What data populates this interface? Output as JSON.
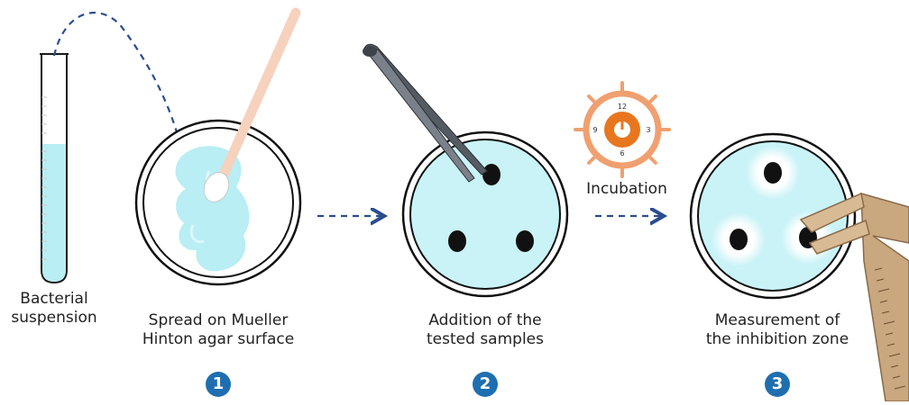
{
  "labels": {
    "bacterial_line1": "Bacterial",
    "bacterial_line2": "suspension",
    "spread_line1": "Spread on Mueller",
    "spread_line2": "Hinton agar surface",
    "addition_line1": "Addition of the",
    "addition_line2": "tested samples",
    "incubation": "Incubation",
    "measurement_line1": "Measurement of",
    "measurement_line2": "the inhibition zone"
  },
  "steps": [
    "1",
    "2",
    "3"
  ],
  "incubator_dial": {
    "top": "12",
    "left": "9",
    "right": "3",
    "bottom": "6"
  },
  "colors": {
    "agar": "#c9f3f7",
    "suspension": "#b8eef4",
    "arrow": "#2a4d8f",
    "step_badge": "#1f6fb0",
    "incubator": "#f0a070",
    "incubator_core": "#e8761e",
    "swab_stick": "#f6d2be",
    "caliper": "#c9a77f",
    "forceps": "#555b63",
    "disk": "#111111"
  }
}
